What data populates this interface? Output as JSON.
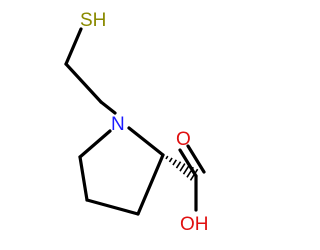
{
  "molecule": {
    "atoms": {
      "sulfur": {
        "label": "SH",
        "color": "#8a8a00"
      },
      "nitrogen": {
        "label": "N",
        "color": "#1a1aff"
      },
      "carbonyl_oxygen": {
        "label": "O",
        "color": "#e01010"
      },
      "hydroxyl_oxygen": {
        "label": "OH",
        "color": "#e01010"
      }
    },
    "bond_color": "#000000"
  }
}
